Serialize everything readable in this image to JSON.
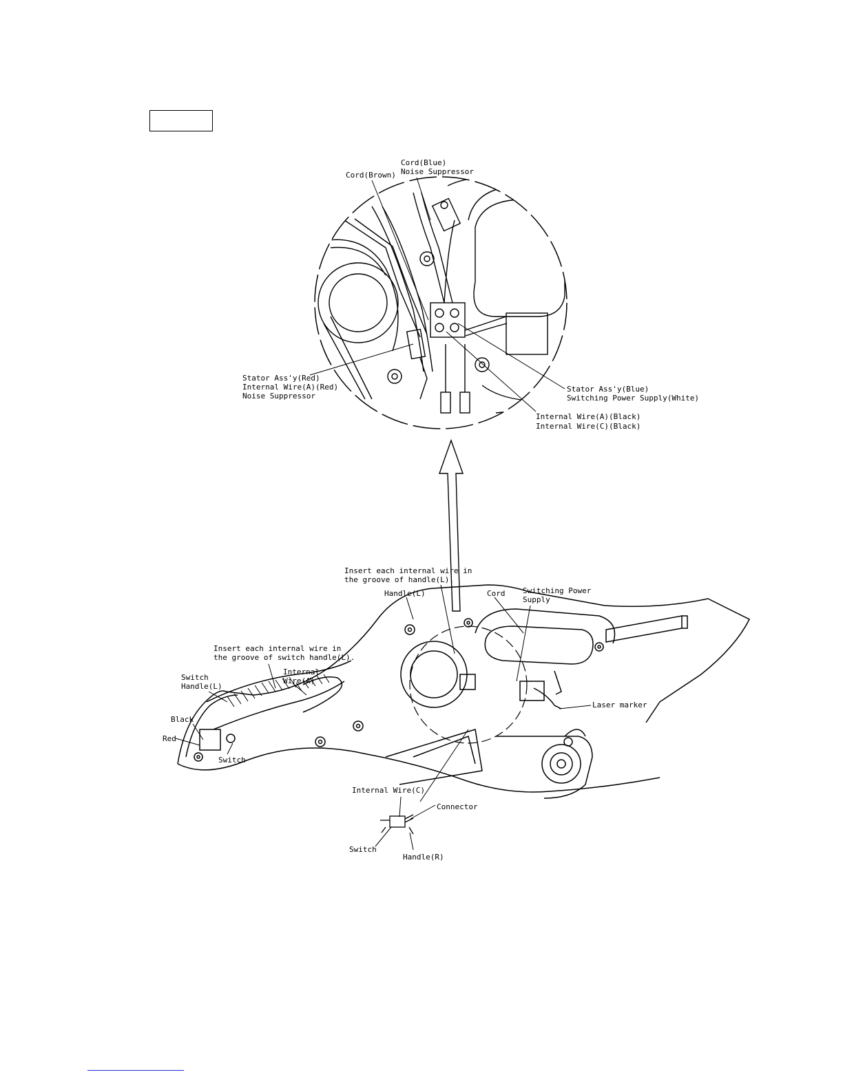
{
  "detail": {
    "cord_blue": "Cord(Blue)",
    "noise_suppressor_top": "Noise Suppressor",
    "cord_brown": "Cord(Brown)",
    "stator_red": "Stator Ass'y(Red)",
    "internal_wire_a_red": "Internal Wire(A)(Red)",
    "noise_suppressor_left": "Noise Suppressor",
    "stator_blue": "Stator Ass'y(Blue)",
    "switching_ps_white": "Switching Power Supply(White)",
    "internal_wire_a_black": "Internal Wire(A)(Black)",
    "internal_wire_c_black": "Internal Wire(C)(Black)"
  },
  "main": {
    "insert_handle_l_1": "Insert each internal wire in",
    "insert_handle_l_2": "the groove of handle(L).",
    "handle_l": "Handle(L)",
    "cord": "Cord",
    "switching_ps_1": "Switching Power",
    "switching_ps_2": "Supply",
    "insert_switch_1": "Insert each internal wire in",
    "insert_switch_2": "the groove of switch handle(L).",
    "switch_handle_1": "Switch",
    "switch_handle_2": "Handle(L)",
    "internal_wire_a_1": "Internal",
    "internal_wire_a_2": "Wire(A)",
    "black": "Black",
    "red": "Red",
    "switch_left": "Switch",
    "laser_marker": "Laser marker",
    "internal_wire_c": "Internal Wire(C)",
    "connector": "Connector",
    "switch_bottom": "Switch",
    "handle_r": "Handle(R)"
  }
}
